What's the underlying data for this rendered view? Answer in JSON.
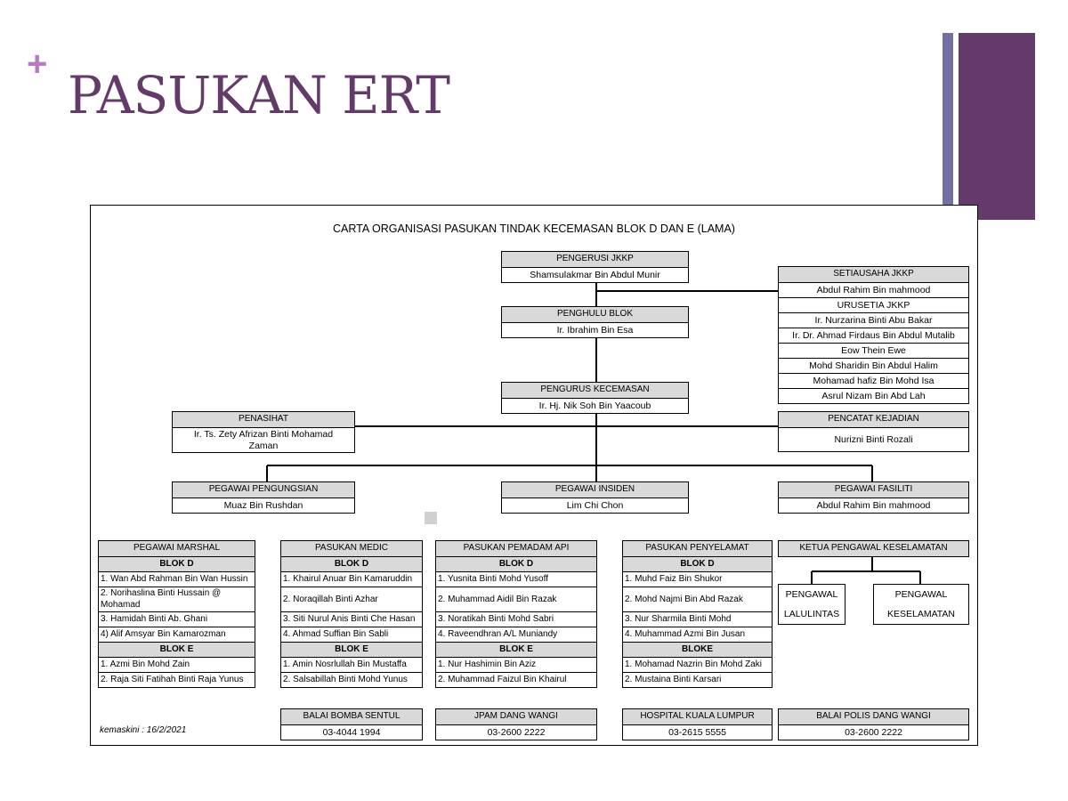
{
  "slide": {
    "plus": "+",
    "title": "PASUKAN ERT"
  },
  "chart": {
    "title": "CARTA ORGANISASI PASUKAN TINDAK KECEMASAN BLOK D DAN E (LAMA)",
    "updated": "kemaskini : 16/2/2021",
    "pengerusi": {
      "role": "PENGERUSI JKKP",
      "name": "Shamsulakmar Bin Abdul Munir"
    },
    "penghulu": {
      "role": "PENGHULU BLOK",
      "name": "Ir. Ibrahim Bin Esa"
    },
    "pengurus": {
      "role": "PENGURUS KECEMASAN",
      "name": "Ir. Hj. Nik Soh Bin Yaacoub"
    },
    "setiausaha": {
      "role": "SETIAUSAHA JKKP",
      "name": "Abdul Rahim Bin mahmood",
      "urusetia_role": "URUSETIA JKKP",
      "members": [
        "Ir. Nurzarina Binti Abu Bakar",
        "Ir. Dr. Ahmad Firdaus Bin Abdul Mutalib",
        "Eow Thein Ewe",
        "Mohd Sharidin Bin Abdul Halim",
        "Mohamad hafiz Bin Mohd Isa",
        "Asrul Nizam Bin Abd Lah"
      ]
    },
    "penasihat": {
      "role": "PENASIHAT",
      "name": "Ir. Ts. Zety Afrizan Binti Mohamad Zaman"
    },
    "pencatat": {
      "role": "PENCATAT KEJADIAN",
      "name": "Nurizni Binti Rozali"
    },
    "pengungsian": {
      "role": "PEGAWAI PENGUNGSIAN",
      "name": "Muaz Bin Rushdan"
    },
    "insiden": {
      "role": "PEGAWAI INSIDEN",
      "name": "Lim Chi Chon"
    },
    "fasiliti": {
      "role": "PEGAWAI FASILITI",
      "name": "Abdul Rahim Bin mahmood"
    },
    "teams": [
      {
        "role": "PEGAWAI MARSHAL",
        "blok_d": "BLOK D",
        "blok_e": "BLOK E",
        "d": [
          "1. Wan Abd Rahman Bin Wan Hussin",
          "2. Norihaslina Binti Hussain @ Mohamad",
          "3. Hamidah Binti Ab. Ghani",
          "4) Alif Amsyar Bin Kamarozman"
        ],
        "e": [
          "1. Azmi Bin Mohd Zain",
          "2. Raja Siti Fatihah Binti Raja Yunus"
        ]
      },
      {
        "role": "PASUKAN MEDIC",
        "blok_d": "BLOK D",
        "blok_e": "BLOK E",
        "d": [
          "1. Khairul Anuar Bin Kamaruddin",
          "2. Noraqillah Binti Azhar",
          "3. Siti Nurul Anis Binti Che Hasan",
          "4. Ahmad Suffian Bin Sabli"
        ],
        "e": [
          "1. Amin Nosrlullah Bin Mustaffa",
          "2. Salsabillah Binti Mohd Yunus"
        ]
      },
      {
        "role": "PASUKAN PEMADAM API",
        "blok_d": "BLOK D",
        "blok_e": "BLOK E",
        "d": [
          "1. Yusnita Binti Mohd Yusoff",
          "2. Muhammad Aidil Bin Razak",
          "3. Noratikah Binti Mohd Sabri",
          "4. Raveendhran A/L Muniandy"
        ],
        "e": [
          "1. Nur Hashimin Bin Aziz",
          "2. Muhammad Faizul Bin Khairul"
        ]
      },
      {
        "role": "PASUKAN PENYELAMAT",
        "blok_d": "BLOK D",
        "blok_e": "BLOKE",
        "d": [
          "1. Muhd Faiz Bin Shukor",
          "2. Mohd Najmi Bin Abd Razak",
          "3. Nur Sharmila Binti Mohd",
          "4. Muhammad Azmi Bin Jusan"
        ],
        "e": [
          "1. Mohamad Nazrin Bin Mohd Zaki",
          "2. Mustaina Binti Karsari"
        ]
      }
    ],
    "ketua": {
      "role": "KETUA PENGAWAL KESELAMATAN",
      "sub1": "PENGAWAL LALULINTAS",
      "sub2": "PENGAWAL KESELAMATAN"
    },
    "contacts": [
      {
        "name": "BALAI BOMBA SENTUL",
        "phone": "03-4044 1994"
      },
      {
        "name": "JPAM DANG WANGI",
        "phone": "03-2600 2222"
      },
      {
        "name": "HOSPITAL KUALA LUMPUR",
        "phone": "03-2615 5555"
      },
      {
        "name": "BALAI POLIS DANG WANGI",
        "phone": "03-2600 2222"
      }
    ]
  }
}
